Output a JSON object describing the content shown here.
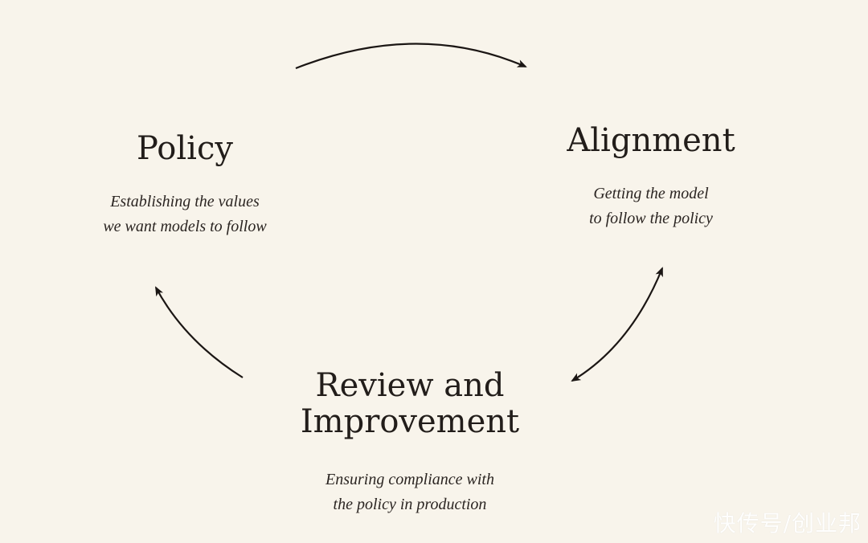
{
  "diagram": {
    "nodes": {
      "policy": {
        "title": "Policy",
        "description_lines": [
          "Establishing the values",
          "we want models to follow"
        ]
      },
      "alignment": {
        "title": "Alignment",
        "description_lines": [
          "Getting the model",
          "to follow the policy"
        ]
      },
      "review": {
        "title_lines": [
          "Review and",
          "Improvement"
        ],
        "description_lines": [
          "Ensuring compliance with",
          "the policy in production"
        ]
      }
    },
    "edges": [
      {
        "from": "policy",
        "to": "alignment",
        "direction": "forward"
      },
      {
        "from": "alignment",
        "to": "review",
        "direction": "bidirectional"
      },
      {
        "from": "review",
        "to": "policy",
        "direction": "forward"
      }
    ]
  },
  "watermark": "快传号/创业邦",
  "colors": {
    "background": "#f8f4eb",
    "text": "#221d1a",
    "arrow": "#1b1614"
  }
}
